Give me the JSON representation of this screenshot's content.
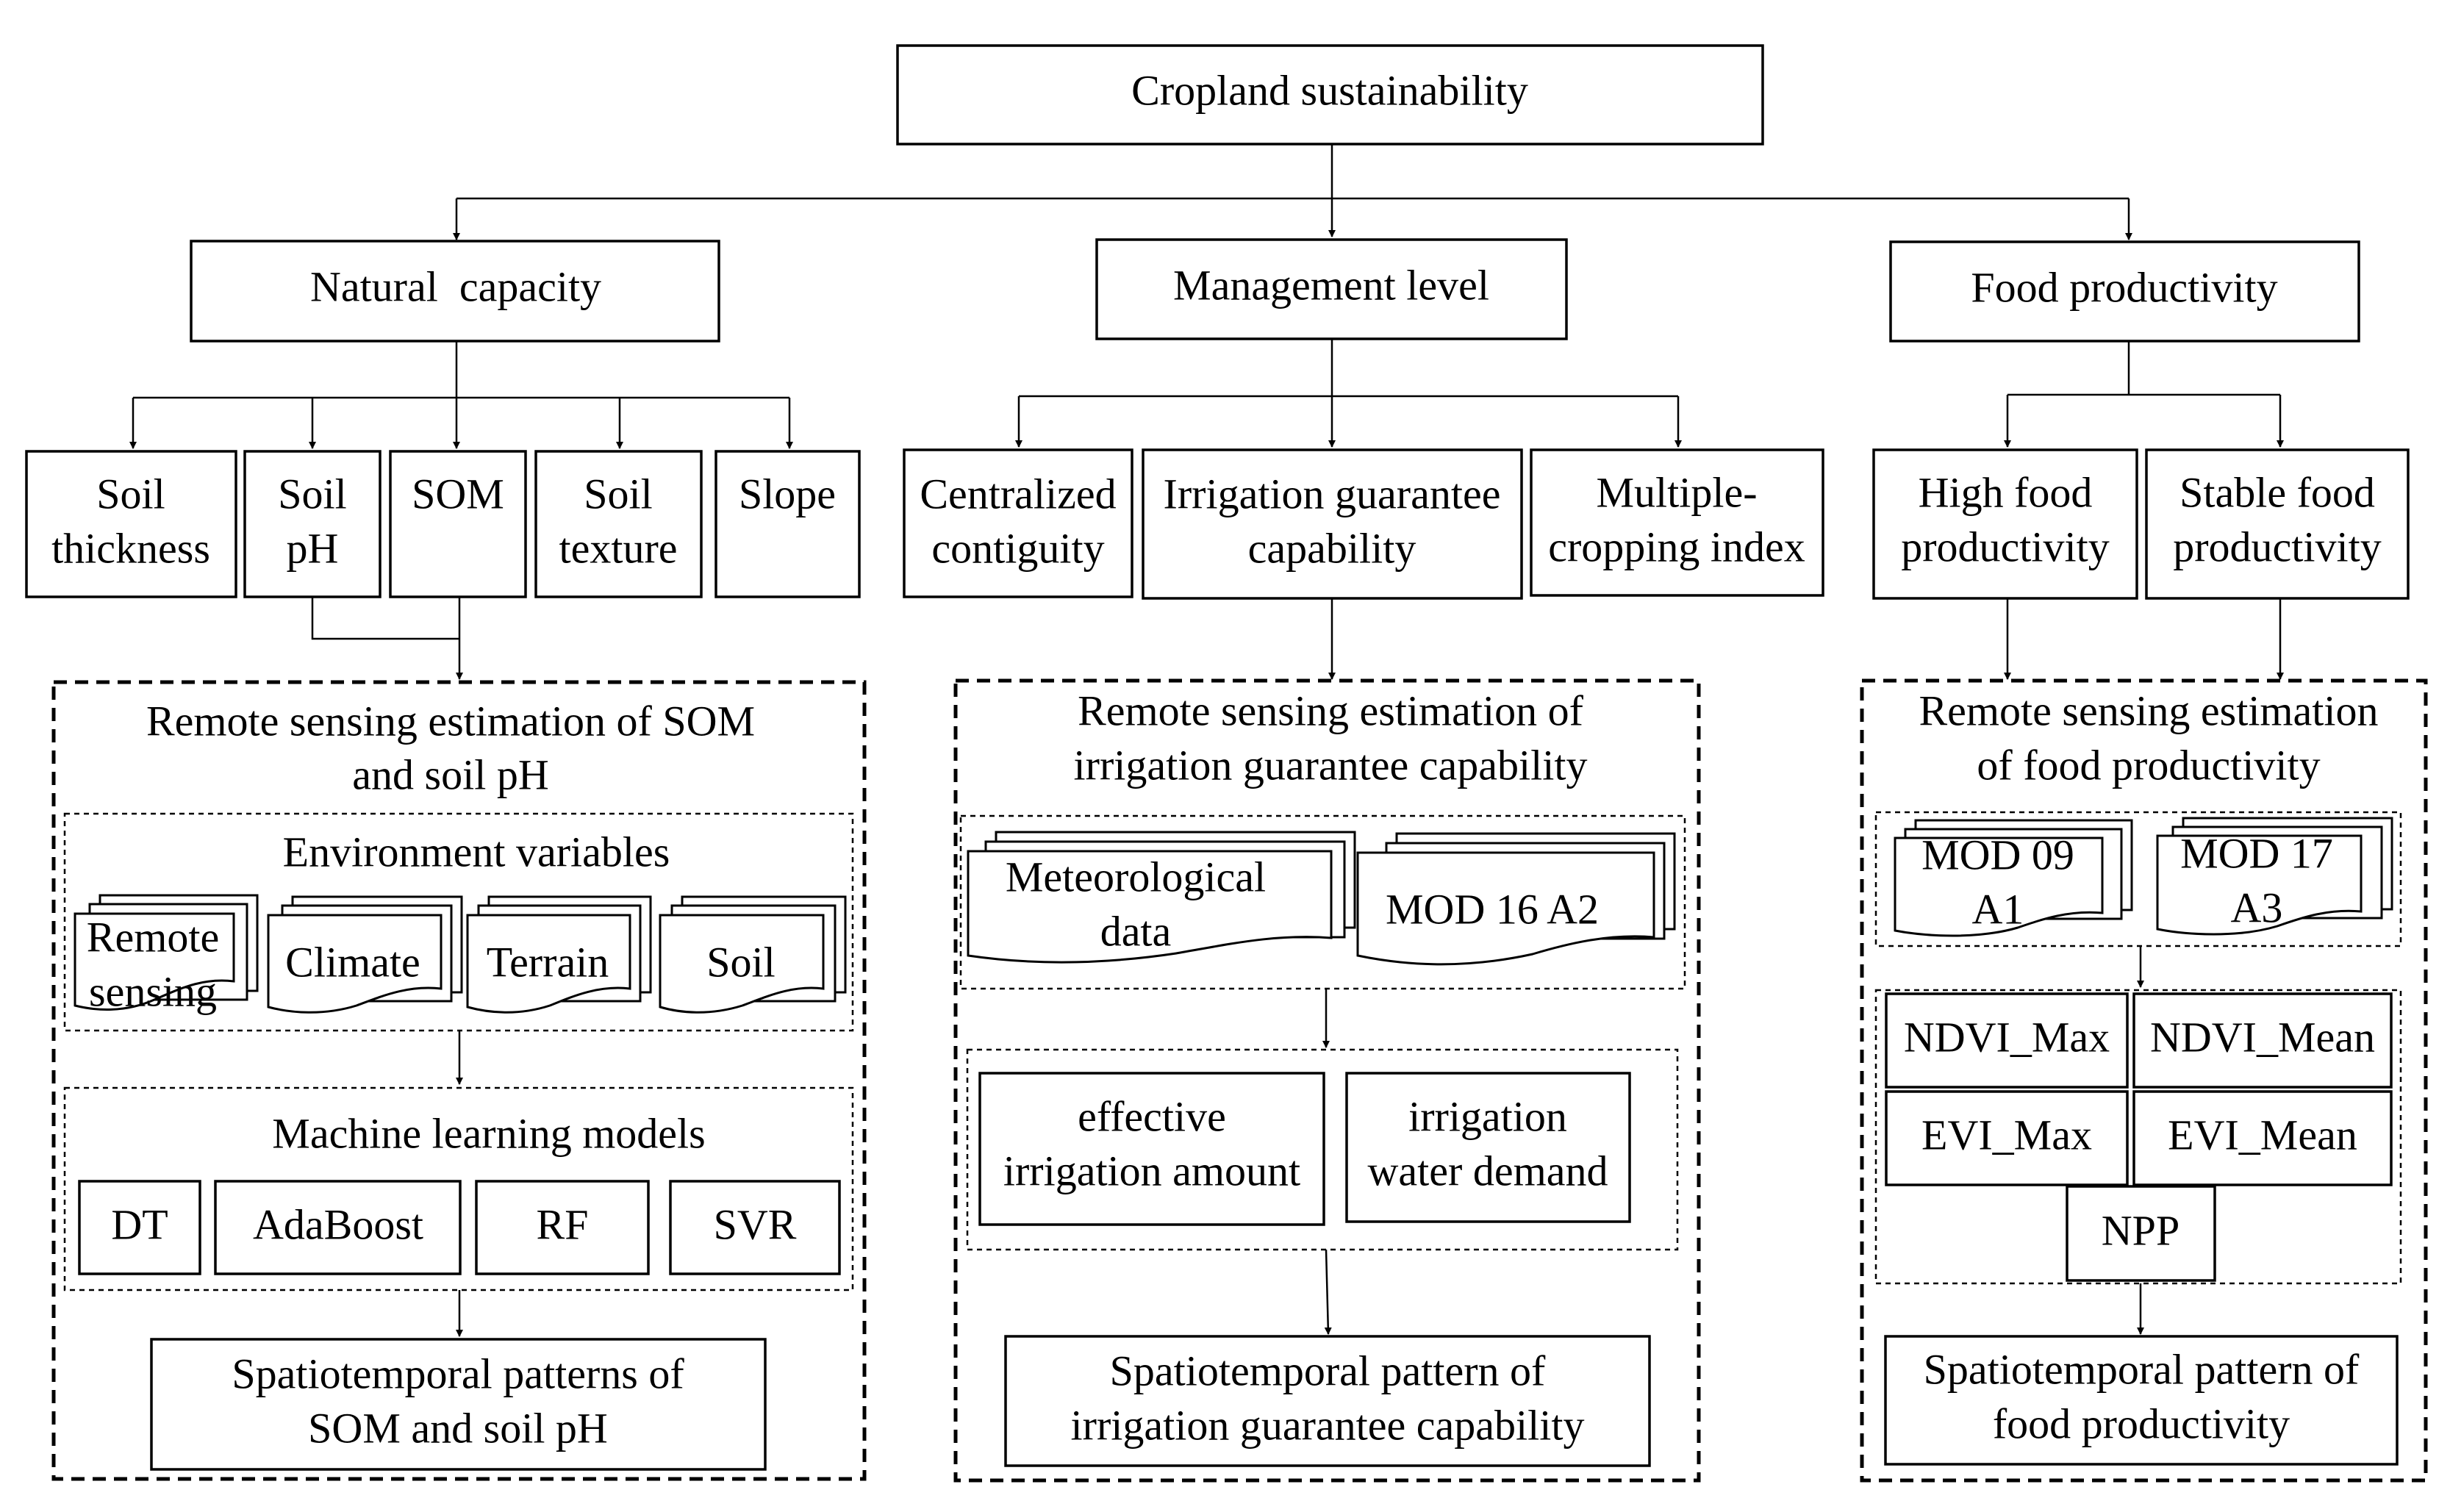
{
  "root": {
    "label": "Cropland sustainability"
  },
  "dimensions": {
    "natural": "Natural  capacity",
    "management": "Management level",
    "food": "Food productivity"
  },
  "indicators": {
    "soil_thickness": [
      "Soil",
      "thickness"
    ],
    "soil_ph": [
      "Soil",
      "pH"
    ],
    "som": "SOM",
    "soil_texture": [
      "Soil",
      "texture"
    ],
    "slope": "Slope",
    "centralized": [
      "Centralized",
      "contiguity"
    ],
    "irrigation": [
      "Irrigation guarantee",
      "capability"
    ],
    "multiple": [
      "Multiple-",
      "cropping index"
    ],
    "high_food": [
      "High food",
      "productivity"
    ],
    "stable_food": [
      "Stable food",
      "productivity"
    ]
  },
  "panel_som": {
    "title": [
      "Remote sensing estimation of SOM",
      "and soil pH"
    ],
    "env_title": "Environment variables",
    "env_items": [
      "Remote sensing",
      "Climate",
      "Terrain",
      "Soil"
    ],
    "ml_title": "Machine learning models",
    "models": [
      "DT",
      "AdaBoost",
      "RF",
      "SVR"
    ],
    "output": [
      "Spatiotemporal patterns of",
      "SOM and soil pH"
    ]
  },
  "panel_irrigation": {
    "title": [
      "Remote sensing estimation of",
      "irrigation guarantee capability"
    ],
    "data_items": [
      "Meteorological data",
      "MOD 16 A2"
    ],
    "calc_items": [
      [
        "effective",
        "irrigation amount"
      ],
      [
        "irrigation",
        "water demand"
      ]
    ],
    "output": [
      "Spatiotemporal pattern of",
      "irrigation guarantee capability"
    ]
  },
  "panel_food": {
    "title": [
      "Remote sensing estimation",
      "of food productivity"
    ],
    "data_items": [
      "MOD 09 A1",
      "MOD 17 A3"
    ],
    "indices": [
      "NDVI_Max",
      "NDVI_Mean",
      "EVI_Max",
      "EVI_Mean",
      "NPP"
    ],
    "output": [
      "Spatiotemporal pattern of",
      "food productivity"
    ]
  }
}
